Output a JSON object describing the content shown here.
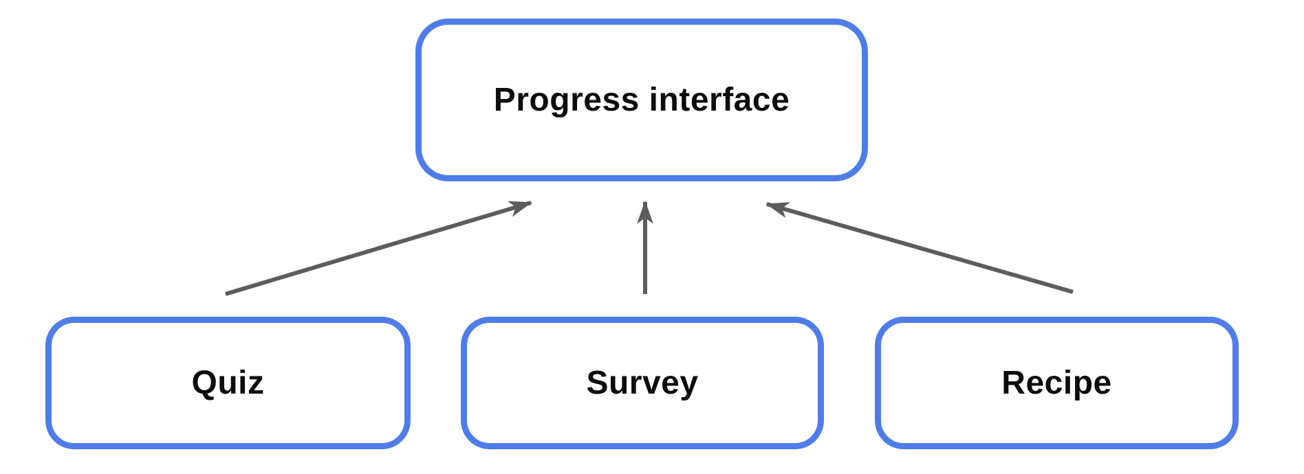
{
  "diagram": {
    "type": "hierarchy",
    "nodes": {
      "progress": {
        "label": "Progress interface",
        "role": "parent"
      },
      "quiz": {
        "label": "Quiz",
        "role": "child"
      },
      "survey": {
        "label": "Survey",
        "role": "child"
      },
      "recipe": {
        "label": "Recipe",
        "role": "child"
      }
    },
    "edges": [
      {
        "from": "quiz",
        "to": "progress",
        "style": "arrow"
      },
      {
        "from": "survey",
        "to": "progress",
        "style": "arrow"
      },
      {
        "from": "recipe",
        "to": "progress",
        "style": "arrow"
      }
    ],
    "colors": {
      "node_border": "#4e7de9",
      "node_fill": "#ffffff",
      "arrow": "#5c5c5c",
      "text": "#0c0c0c",
      "background": "#ffffff"
    }
  }
}
